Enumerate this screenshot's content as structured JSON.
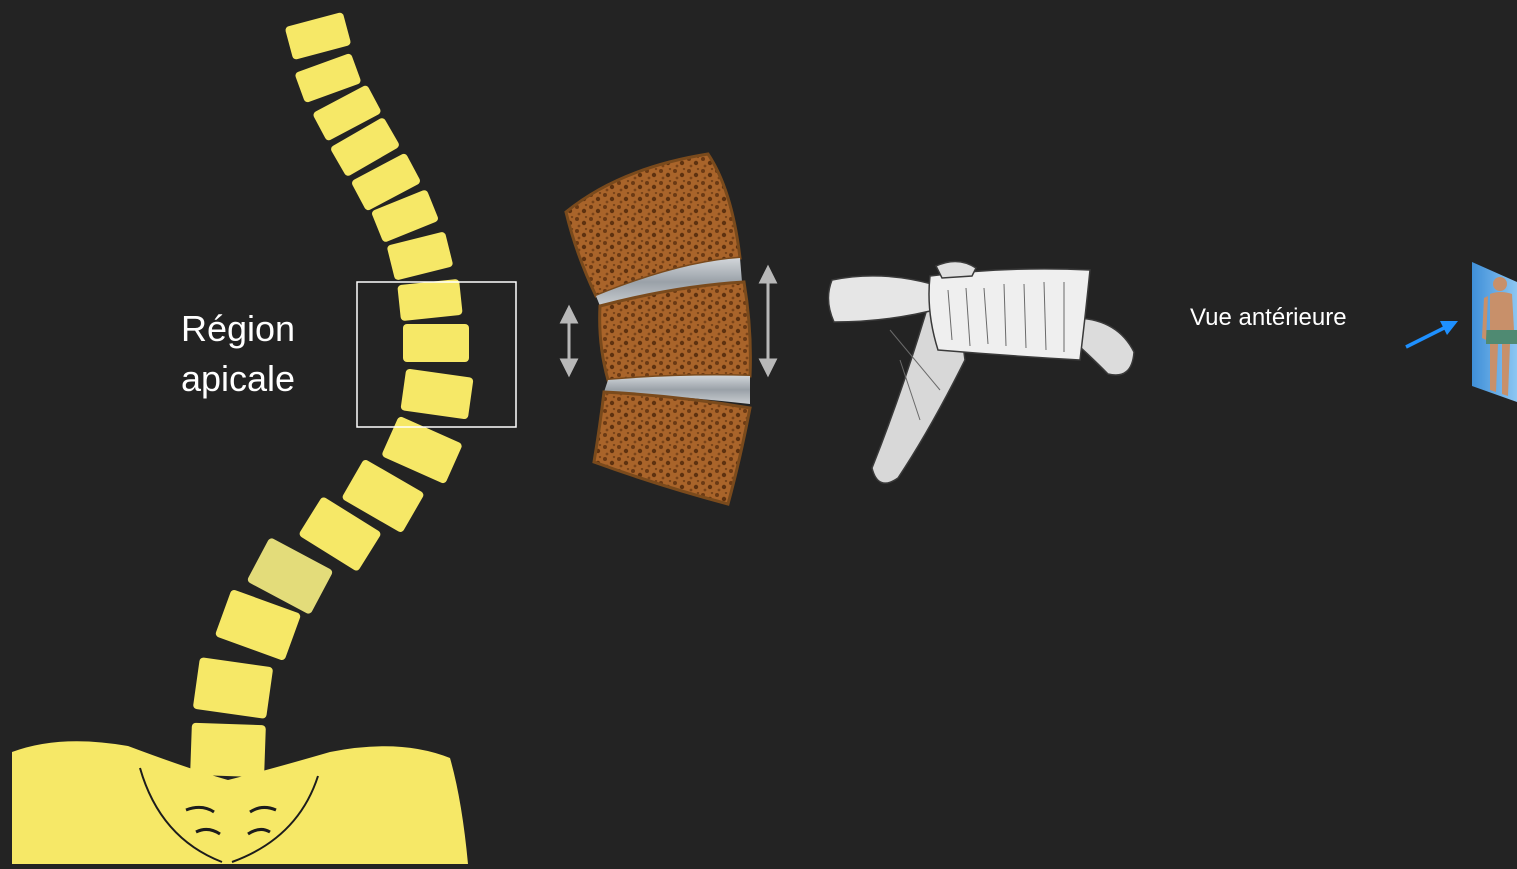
{
  "labels": {
    "region": [
      "Région",
      "apicale"
    ],
    "view": "Vue antérieure"
  },
  "colors": {
    "background": "#232323",
    "spine_bone": "#f6e867",
    "spine_bone_shaded": "#e3dc7a",
    "cancellous_bone": "#a9642a",
    "intervertebral_disc": "#aab0b6",
    "arrow_grey": "#b8b8b8",
    "view_arrow": "#1e90ff",
    "view_panel": "#6fb4ef",
    "highlight_box": "#ffffff"
  },
  "icons": {
    "spine": "scoliotic-spine-icon",
    "pelvis": "pelvis-icon",
    "vertebra_section": "vertebra-cross-section-icon",
    "vertebra_drawing": "wedged-vertebra-drawing-icon",
    "anatomy_figure": "anatomical-figure-icon"
  }
}
